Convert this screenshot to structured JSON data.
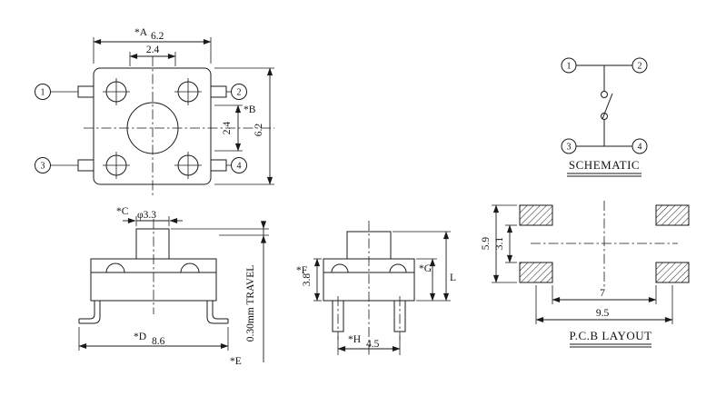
{
  "drawing": {
    "colors": {
      "line": "#1a1a1a",
      "background": "#ffffff"
    },
    "top_view": {
      "dim_a_label": "*A",
      "dim_a_value": "6.2",
      "dim_top_inner": "2.4",
      "dim_b_label": "*B",
      "dim_b_value": "6.2",
      "dim_right_inner": "2.4",
      "pins": [
        "1",
        "2",
        "3",
        "4"
      ]
    },
    "front_view": {
      "dim_c_label": "*C",
      "dim_c_value": "φ3.3",
      "dim_d_label": "*D",
      "dim_d_value": "8.6",
      "dim_e_label": "*E",
      "dim_e_value": "0.30mm TRAVEL"
    },
    "side_view": {
      "dim_f_label": "*F",
      "dim_f_value": "3.8",
      "dim_g_label": "*G",
      "dim_l_label": "L",
      "dim_h_label": "*H",
      "dim_h_value": "4.5"
    },
    "schematic": {
      "title": "SCHEMATIC",
      "pins": [
        "1",
        "2",
        "3",
        "4"
      ]
    },
    "pcb_layout": {
      "title": "P.C.B LAYOUT",
      "dim_vertical_outer": "5.9",
      "dim_vertical_inner": "3.1",
      "dim_horizontal_inner": "7",
      "dim_horizontal_outer": "9.5"
    }
  }
}
